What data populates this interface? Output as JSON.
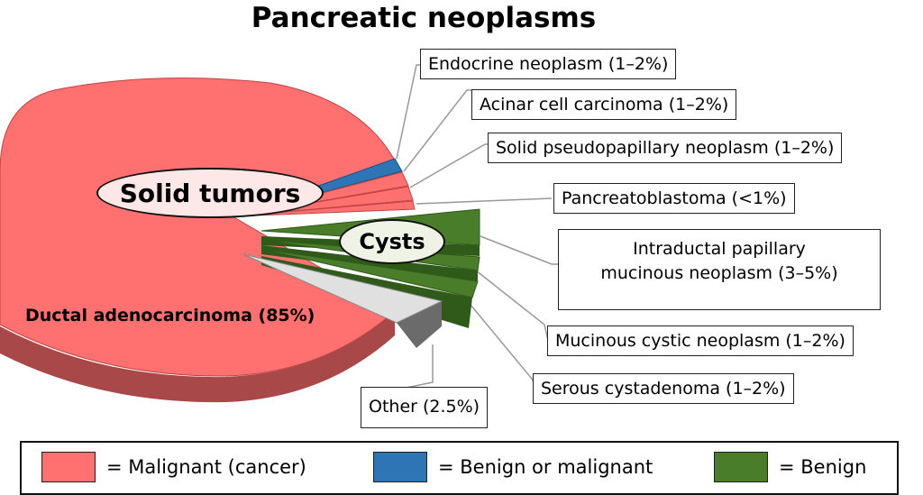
{
  "title": "Pancreatic neoplasms",
  "group_labels": {
    "solid": "Solid tumors",
    "cysts": "Cysts"
  },
  "legend": [
    {
      "label": "= Malignant (cancer)",
      "color": "#ff7070"
    },
    {
      "label": "= Benign or malignant",
      "color": "#2e75b6"
    },
    {
      "label": "= Benign",
      "color": "#4a7d2a"
    }
  ],
  "colors": {
    "malignant": "#ff7070",
    "benign_or_malignant": "#2e75b6",
    "benign": "#4a7d2a",
    "other": "#e0e0e0"
  },
  "chart_data": {
    "type": "pie",
    "title": "Pancreatic neoplasms",
    "slices": [
      {
        "label": "Ductal adenocarcinoma (85%)",
        "value": 85,
        "group": "Solid tumors",
        "category": "malignant"
      },
      {
        "label": "Endocrine neoplasm (1–2%)",
        "value": 1.5,
        "group": "Solid tumors",
        "category": "benign_or_malignant"
      },
      {
        "label": "Acinar cell carcinoma (1–2%)",
        "value": 1.5,
        "group": "Solid tumors",
        "category": "malignant"
      },
      {
        "label": "Solid pseudopapillary neoplasm (1–2%)",
        "value": 1.5,
        "group": "Solid tumors",
        "category": "malignant"
      },
      {
        "label": "Pancreatoblastoma (<1%)",
        "value": 0.5,
        "group": "Solid tumors",
        "category": "malignant"
      },
      {
        "label": "Intraductal papillary mucinous neoplasm (3–5%)",
        "value": 4,
        "group": "Cysts",
        "category": "benign"
      },
      {
        "label": "Mucinous cystic neoplasm (1–2%)",
        "value": 1.5,
        "group": "Cysts",
        "category": "benign"
      },
      {
        "label": "Serous cystadenoma (1–2%)",
        "value": 1.5,
        "group": "Cysts",
        "category": "benign"
      },
      {
        "label": "Other (2.5%)",
        "value": 2.5,
        "group": "",
        "category": "other"
      }
    ]
  }
}
